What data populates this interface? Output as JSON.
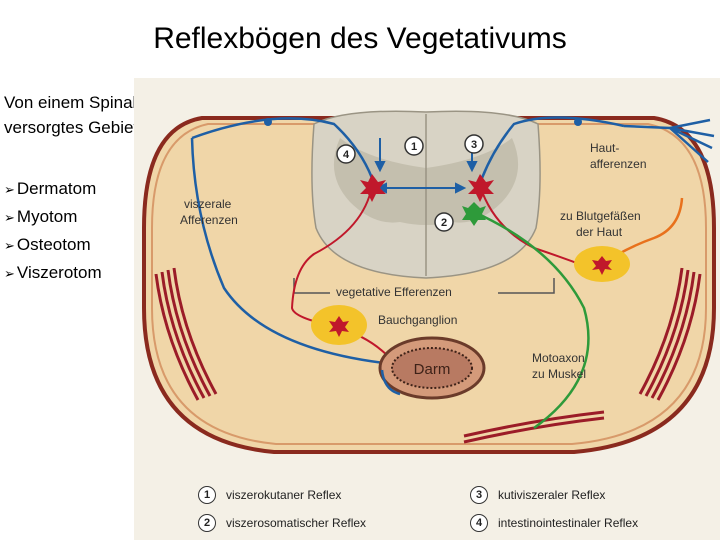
{
  "title": "Reflexbögen des Vegetativums",
  "intro": [
    "Von einem Spinalnerv",
    "versorgtes Gebiet:"
  ],
  "bullet_marker": "➢",
  "bullets": [
    "Dermatom",
    "Myotom",
    "Osteotom",
    "Viszerotom"
  ],
  "diagram": {
    "labels": {
      "viszerale": "viszerale",
      "afferenzen": "Afferenzen",
      "haut": "Haut-",
      "hautafferenzen": "afferenzen",
      "blut1": "zu Blutgefäßen",
      "blut2": "der Haut",
      "efferenzen": "vegetative Efferenzen",
      "bauchganglion": "Bauchganglion",
      "darm": "Darm",
      "moto1": "Motoaxon",
      "moto2": "zu Muskel"
    },
    "markers": [
      "1",
      "2",
      "3",
      "4"
    ]
  },
  "legend": [
    {
      "num": "1",
      "text": "viszerokutaner Reflex"
    },
    {
      "num": "3",
      "text": "kutiviszeraler Reflex"
    },
    {
      "num": "2",
      "text": "viszerosomatischer Reflex"
    },
    {
      "num": "4",
      "text": "intestinointestinaler Reflex"
    }
  ],
  "colors": {
    "background": "#f4f0e6",
    "body_fill": "#f0d6a8",
    "body_outline": "#8a2a1e",
    "cord": "#d8d3c5",
    "afferent_blue": "#1e5fa5",
    "efferent_red": "#c0182b",
    "motor_green": "#2e9a3a",
    "skin_orange": "#e8711c",
    "ganglion_yellow": "#f3c32a"
  }
}
